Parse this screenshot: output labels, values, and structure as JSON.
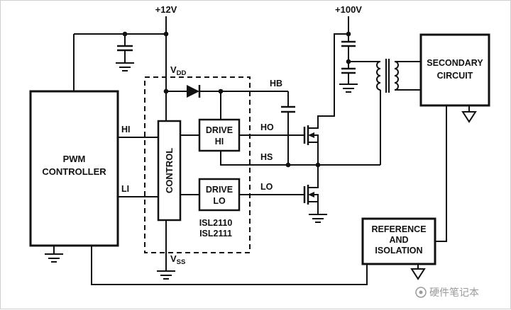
{
  "supplies": {
    "v12": "+12V",
    "v100": "+100V"
  },
  "pwm_controller": {
    "line1": "PWM",
    "line2": "CONTROLLER",
    "pin_hi": "HI",
    "pin_li": "LI"
  },
  "driver_ic": {
    "control_label": "CONTROL",
    "drive_hi": {
      "line1": "DRIVE",
      "line2": "HI"
    },
    "drive_lo": {
      "line1": "DRIVE",
      "line2": "LO"
    },
    "part_numbers": {
      "line1": "ISL2110",
      "line2": "ISL2111"
    },
    "vdd": {
      "base": "V",
      "sub": "DD"
    },
    "vss": {
      "base": "V",
      "sub": "SS"
    },
    "pins": {
      "hb": "HB",
      "ho": "HO",
      "hs": "HS",
      "lo": "LO"
    }
  },
  "secondary_circuit": {
    "line1": "SECONDARY",
    "line2": "CIRCUIT"
  },
  "reference_isolation": {
    "line1": "REFERENCE",
    "line2": "AND",
    "line3": "ISOLATION"
  },
  "watermark": {
    "text": "硬件笔记本"
  },
  "colors": {
    "line": "#111111",
    "watermark": "#9a9a9a",
    "background": "#ffffff"
  }
}
